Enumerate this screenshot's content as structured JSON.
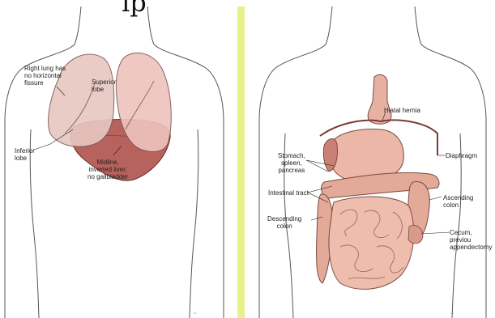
{
  "top_fragment": "ip",
  "divider_color": "#e8f08a",
  "left_panel": {
    "labels": {
      "right_lung": "Right lung has\nno horizontal\nfissure",
      "superior_lobe": "Superior\nlobe",
      "inferior_lobe": "Inferior\nlobe",
      "liver": "Midline,\ninverted liver,\nno gallbladder"
    }
  },
  "right_panel": {
    "labels": {
      "hiatal_hernia": "Hiatal hernia",
      "stomach": "Stomach,\nspleen,\npancreas",
      "diaphragm": "Diaphragm",
      "intestinal_tract": "Intestinal tract",
      "ascending_colon": "Ascending\ncolon",
      "descending_colon": "Descending\ncolon",
      "cecum": "Cecum, previou\nappendectomy"
    }
  }
}
